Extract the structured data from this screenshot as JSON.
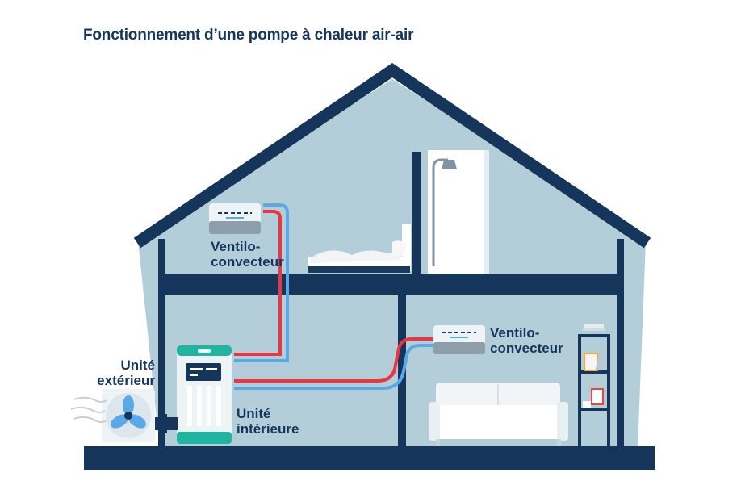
{
  "title": "Fonctionnement d’une pompe à chaleur air-air",
  "labels": {
    "upper_unit_line1": "Ventilo-",
    "upper_unit_line2": "convecteur",
    "lower_unit_line1": "Ventilo-",
    "lower_unit_line2": "convecteur",
    "outdoor_line1": "Unité",
    "outdoor_line2": "extérieur",
    "indoor_line1": "Unité",
    "indoor_line2": "intérieure"
  },
  "colors": {
    "navy": "#15365a",
    "wall": "#b3cdd9",
    "hot_pipe": "#ef3340",
    "cold_pipe": "#5aa9e6",
    "teal": "#1fb5a0"
  }
}
